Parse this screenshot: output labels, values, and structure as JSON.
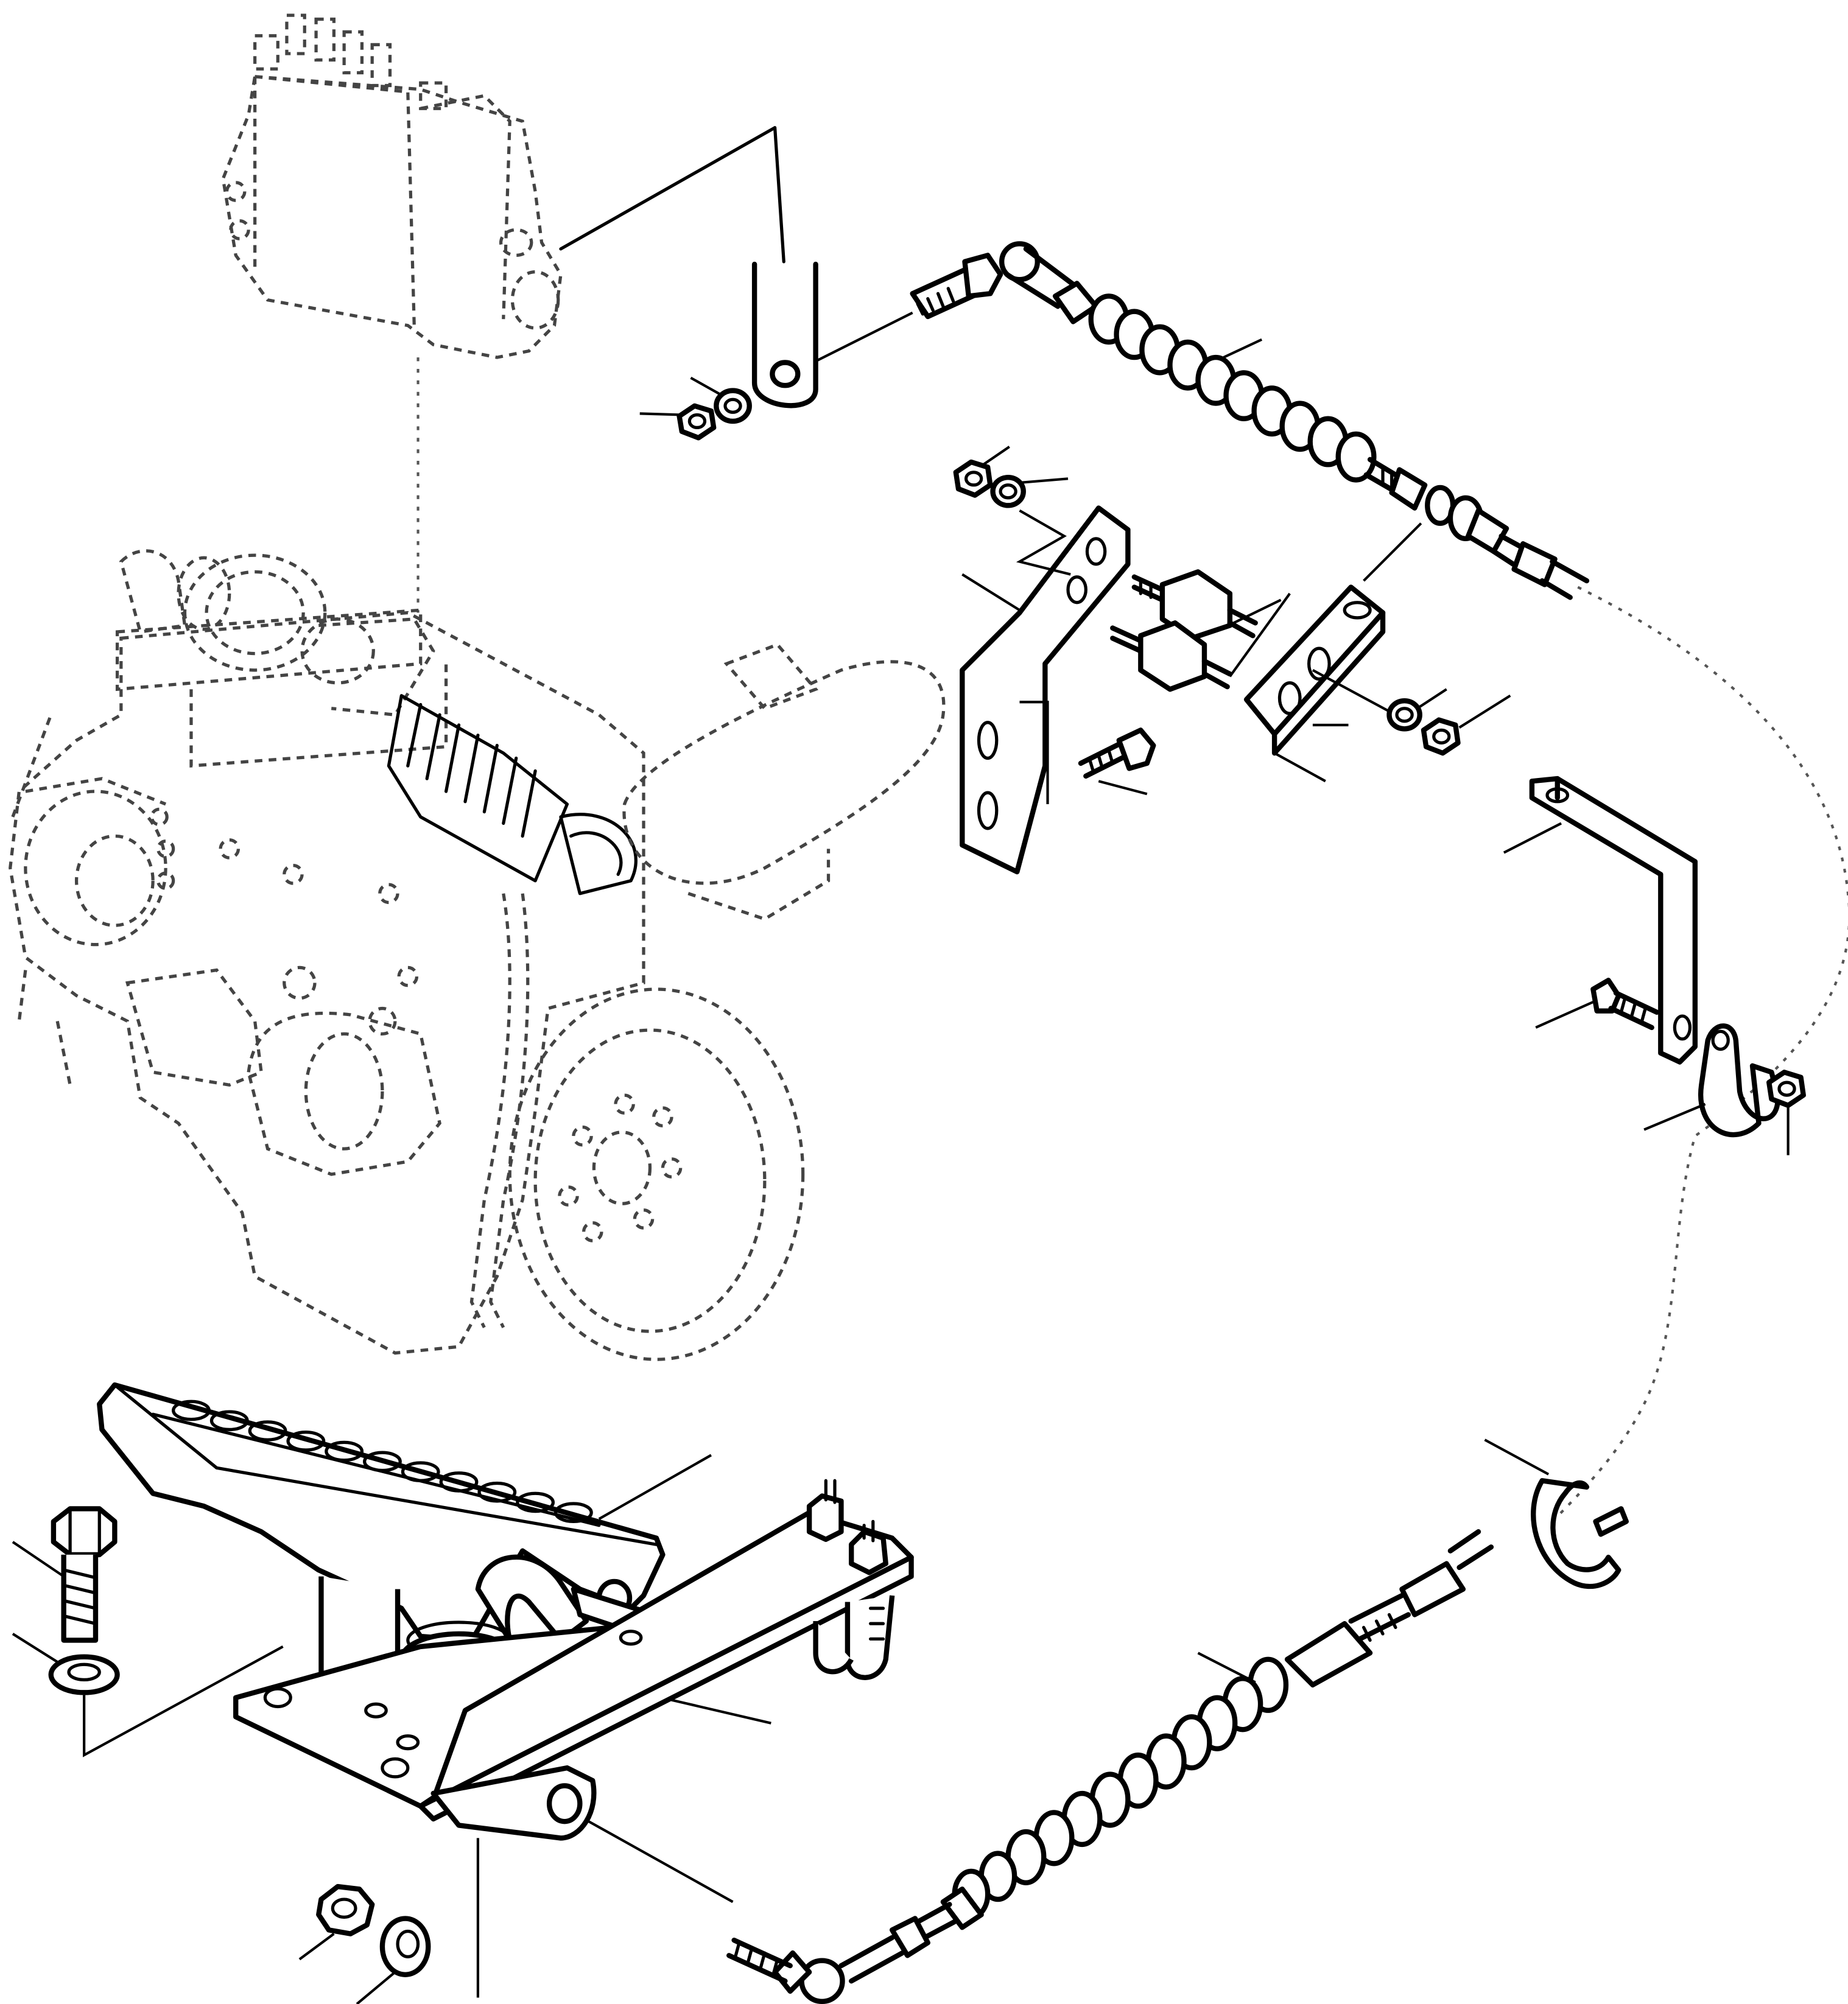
{
  "diagram": {
    "kind": "exploded-parts-view",
    "parts": [
      {
        "id": "injection-pump"
      },
      {
        "id": "engine-block"
      },
      {
        "id": "flywheel"
      },
      {
        "id": "throttle-lever"
      },
      {
        "id": "ball-joint-rod-end-upper"
      },
      {
        "id": "throttle-cable"
      },
      {
        "id": "cable-mount-bracket"
      },
      {
        "id": "cable-clamp-plate"
      },
      {
        "id": "rubber-mounts"
      },
      {
        "id": "flange-bolt"
      },
      {
        "id": "cable-support-bracket"
      },
      {
        "id": "p-clip"
      },
      {
        "id": "cable-retaining-clip"
      },
      {
        "id": "accelerator-pedal"
      },
      {
        "id": "pedal-base-plate"
      },
      {
        "id": "u-bolt"
      },
      {
        "id": "hex-bolt"
      },
      {
        "id": "flat-washer"
      },
      {
        "id": "hex-nut"
      },
      {
        "id": "ball-joint-rod-end-lower"
      }
    ]
  }
}
